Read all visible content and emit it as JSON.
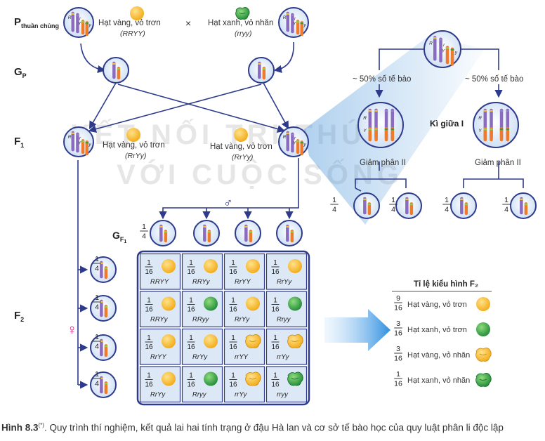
{
  "rows": {
    "p": {
      "label": "P",
      "sub": "thuần chủng"
    },
    "gp": {
      "label": "G",
      "sub": "P"
    },
    "f1": {
      "label": "F",
      "sub": "1"
    },
    "f2": {
      "label": "F",
      "sub": "2"
    },
    "gf1": {
      "label": "G",
      "sub": "F",
      "subsub": "1"
    }
  },
  "parents": {
    "left": {
      "phenotype": "Hạt vàng, vỏ trơn",
      "genotype": "(RRYY)"
    },
    "cross": "×",
    "right": {
      "phenotype": "Hạt xanh, vỏ nhăn",
      "genotype": "(rryy)"
    }
  },
  "f1": {
    "left": {
      "phenotype": "Hạt vàng, vỏ trơn",
      "genotype": "(RrYy)"
    },
    "right": {
      "phenotype": "Hạt vàng, vỏ trơn",
      "genotype": "(RrYy)"
    }
  },
  "meiosis": {
    "pct_left": "~ 50% số tế bào",
    "pct_right": "~ 50% số tế bào",
    "stage": "Kì giữa I",
    "div_left": "Giảm phân II",
    "div_right": "Giảm phân II"
  },
  "fraction_quarter": {
    "num": "1",
    "den": "4"
  },
  "male_symbol": "♂",
  "female_symbol": "♀",
  "punnett": [
    [
      {
        "g": "RRYY",
        "c": "yellow-round"
      },
      {
        "g": "RRYy",
        "c": "yellow-round"
      },
      {
        "g": "RrYY",
        "c": "yellow-round"
      },
      {
        "g": "RrYy",
        "c": "yellow-round"
      }
    ],
    [
      {
        "g": "RRYy",
        "c": "yellow-round"
      },
      {
        "g": "RRyy",
        "c": "green-round"
      },
      {
        "g": "RrYy",
        "c": "yellow-round"
      },
      {
        "g": "Rryy",
        "c": "green-round"
      }
    ],
    [
      {
        "g": "RrYY",
        "c": "yellow-round"
      },
      {
        "g": "RrYy",
        "c": "yellow-round"
      },
      {
        "g": "rrYY",
        "c": "yellow-wrinkled"
      },
      {
        "g": "rrYy",
        "c": "yellow-wrinkled"
      }
    ],
    [
      {
        "g": "RrYy",
        "c": "yellow-round"
      },
      {
        "g": "Rryy",
        "c": "green-round"
      },
      {
        "g": "rrYy",
        "c": "yellow-wrinkled"
      },
      {
        "g": "rryy",
        "c": "green-wrinkled"
      }
    ]
  ],
  "cell_fraction": {
    "num": "1",
    "den": "16"
  },
  "ratio_table": {
    "title": "Tỉ lệ kiểu hình F₂",
    "rows": [
      {
        "num": "9",
        "den": "16",
        "label": "Hạt vàng, vỏ trơn",
        "c": "yellow-round"
      },
      {
        "num": "3",
        "den": "16",
        "label": "Hạt xanh, vỏ trơn",
        "c": "green-round"
      },
      {
        "num": "3",
        "den": "16",
        "label": "Hạt vàng, vỏ nhăn",
        "c": "yellow-wrinkled"
      },
      {
        "num": "1",
        "den": "16",
        "label": "Hạt xanh, vỏ nhăn",
        "c": "green-wrinkled"
      }
    ]
  },
  "watermark": {
    "line1": "KẾT NỐI TRI THỨC",
    "line2": "VỚI CUỘC SỐNG"
  },
  "caption": {
    "label": "Hình 8.3",
    "sup": "(*)",
    "text": ". Quy trình thí nghiệm, kết quả lai hai tính trạng ở đậu Hà lan và cơ sở tế bào học của quy luật phân li độc lập"
  },
  "colors": {
    "navy": "#2e3a8c",
    "cell_fill": "#dde8f6",
    "seed_yellow": "#f6bd2c",
    "seed_green": "#3aa54b",
    "chrom_purple": "#8a6bbf",
    "chrom_orange": "#ef7a2a",
    "female_pink": "#d6237a",
    "arrow_blue": "#3f8fd8"
  }
}
